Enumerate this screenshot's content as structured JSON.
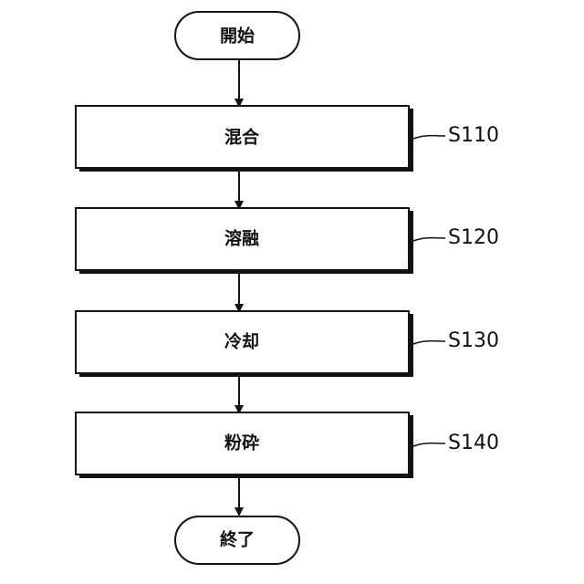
{
  "start_label": "開始",
  "end_label": "終了",
  "steps": [
    {
      "label": "混合",
      "ref": "S110"
    },
    {
      "label": "溶融",
      "ref": "S120"
    },
    {
      "label": "冷却",
      "ref": "S130"
    },
    {
      "label": "粉砕",
      "ref": "S140"
    }
  ]
}
